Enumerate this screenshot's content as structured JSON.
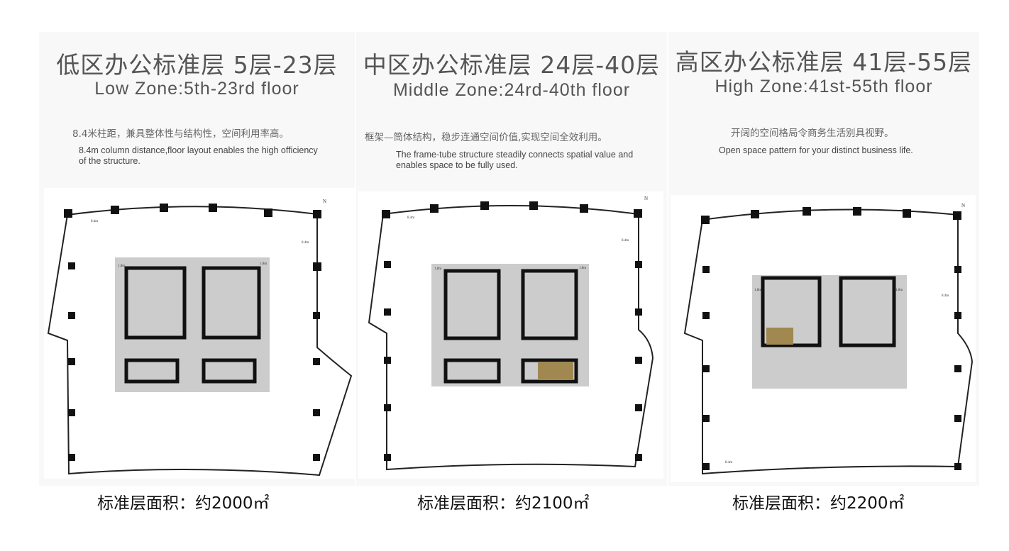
{
  "panels": [
    {
      "title_cn": "低区办公标准层 5层-23层",
      "title_en": "Low Zone:5th-23rd floor",
      "desc_cn": "8.4米柱距，兼具整体性与结构性，空间利用率高。",
      "desc_en": "8.4m column distance,floor layout enables the high officiency of the structure.",
      "area": "标准层面积：约2000㎡"
    },
    {
      "title_cn": "中区办公标准层 24层-40层",
      "title_en": "Middle Zone:24rd-40th floor",
      "desc_cn": "框架—筒体结构，稳步连通空间价值,实现空间全效利用。",
      "desc_en": "The frame-tube structure steadily connects spatial value and enables space to be fully used.",
      "area": "标准层面积：约2100㎡"
    },
    {
      "title_cn": "高区办公标准层 41层-55层",
      "title_en": "High Zone:41st-55th floor",
      "desc_cn": "开阔的空间格局令商务生活别具视野。",
      "desc_en": "Open space pattern for your distinct business life.",
      "area": "标准层面积：约2200㎡"
    }
  ],
  "plan_labels": {
    "column_span": "8.4m",
    "core_offset": "1.8m",
    "north": "N"
  }
}
